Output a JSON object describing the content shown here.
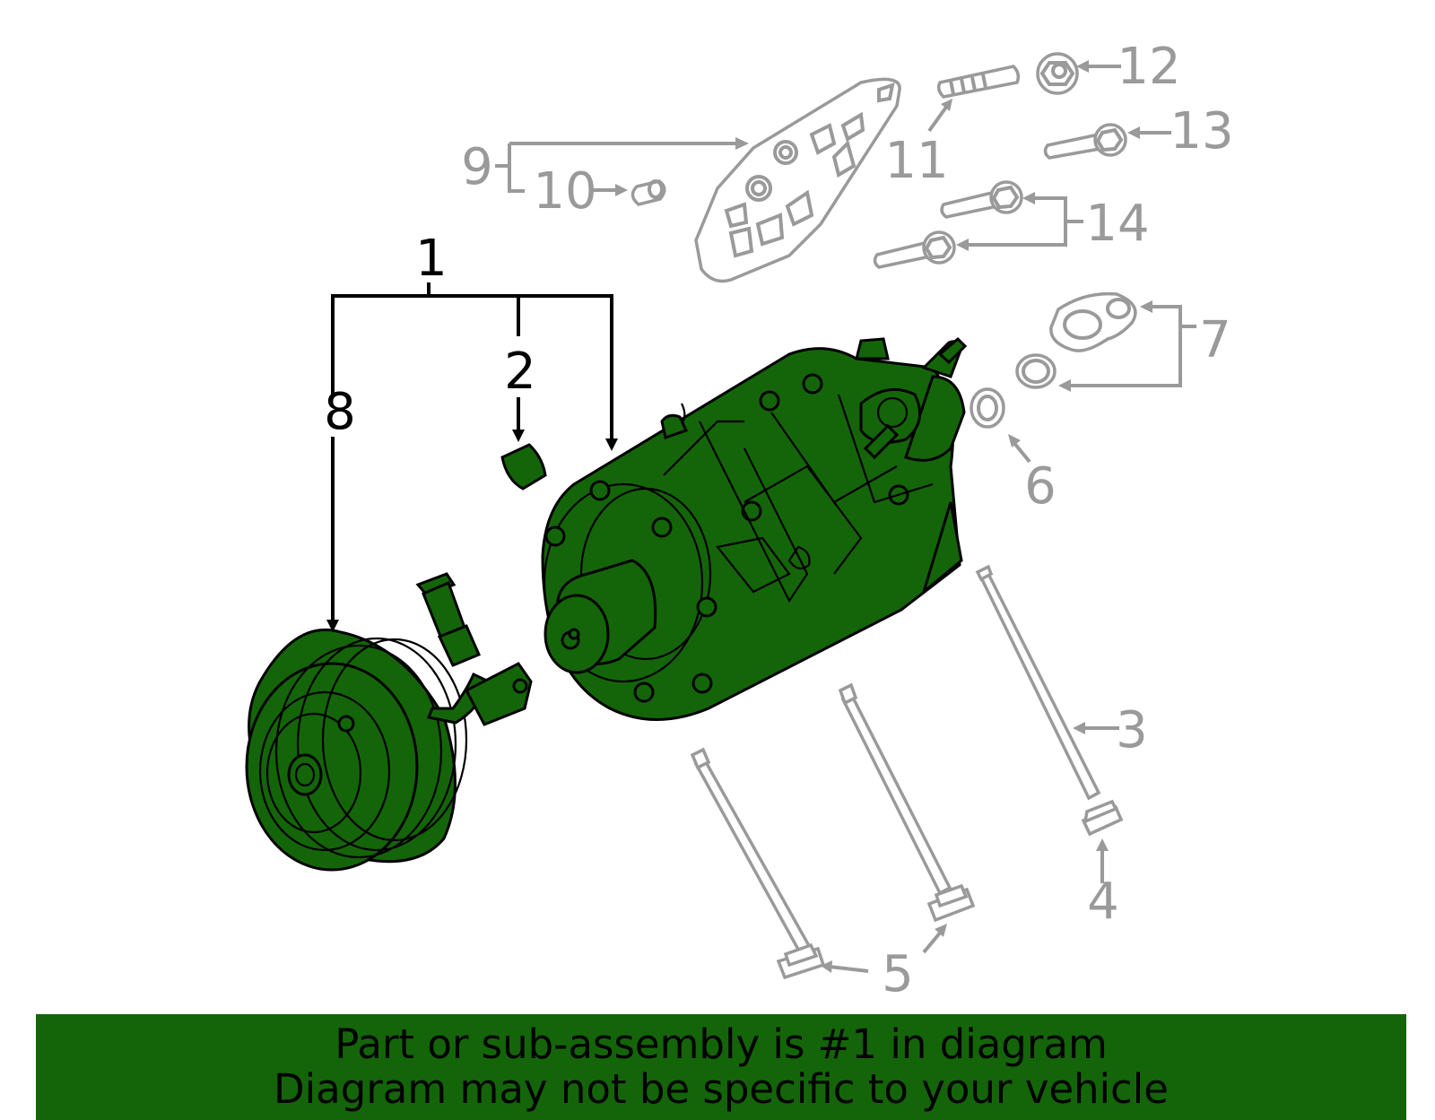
{
  "colors": {
    "highlight": "#146509",
    "callout_gray": "#9a9a9a",
    "callout_black": "#000000",
    "background": "#ffffff"
  },
  "callouts": {
    "c1": "1",
    "c2": "2",
    "c3": "3",
    "c4": "4",
    "c5": "5",
    "c6": "6",
    "c7": "7",
    "c8": "8",
    "c9": "9",
    "c10": "10",
    "c11": "11",
    "c12": "12",
    "c13": "13",
    "c14": "14"
  },
  "banner": {
    "line1": "Part or sub-assembly is #1 in diagram",
    "line2": "Diagram may not be specific to your vehicle"
  }
}
